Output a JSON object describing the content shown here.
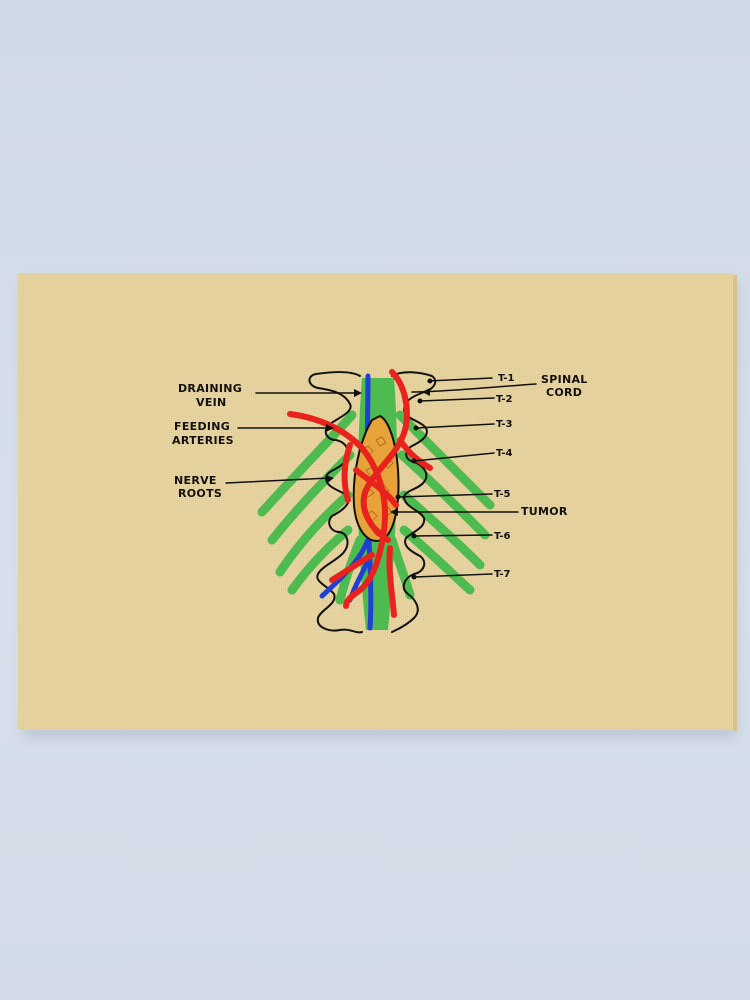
{
  "labels_left": {
    "draining_vein_1": "DRAINING",
    "draining_vein_2": "VEIN",
    "feeding_arteries_1": "FEEDING",
    "feeding_arteries_2": "ARTERIES",
    "nerve_roots_1": "NERVE",
    "nerve_roots_2": "ROOTS"
  },
  "labels_right": {
    "spinal_cord_1": "SPINAL",
    "spinal_cord_2": "CORD",
    "tumor": "TUMOR"
  },
  "vertebrae": [
    "T-1",
    "T-2",
    "T-3",
    "T-4",
    "T-5",
    "T-6",
    "T-7"
  ],
  "colors": {
    "canvas": "#e8d39b",
    "wall": "#d2dbe8",
    "nerve_roots": "#4dbb4f",
    "arteries": "#e8221c",
    "vein": "#1f3fd6",
    "tumor": "#e8a23a",
    "ink": "#111111"
  }
}
